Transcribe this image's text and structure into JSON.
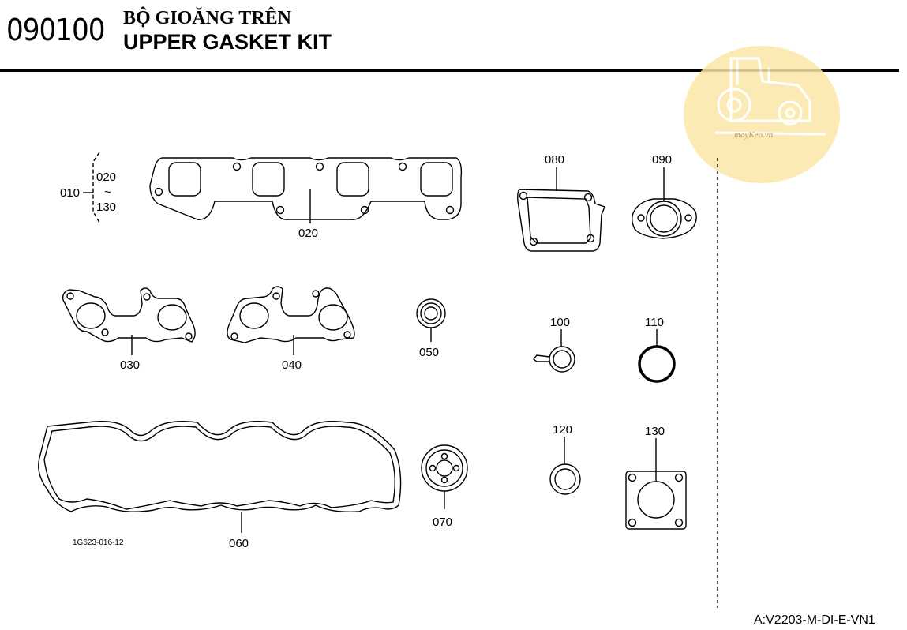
{
  "header": {
    "code": "090100",
    "title_vn": "BỘ GIOĂNG TRÊN",
    "title_en": "UPPER GASKET KIT"
  },
  "logo": {
    "text": "mayKeo.vn"
  },
  "diagram": {
    "range_label": {
      "set": "010",
      "from": "020",
      "tilde": "~",
      "to": "130"
    },
    "parts": [
      "020",
      "030",
      "040",
      "050",
      "060",
      "070",
      "080",
      "090",
      "100",
      "110",
      "120",
      "130"
    ],
    "figure_id": "1G623-016-12"
  },
  "footer": {
    "ref": "A:V2203-M-DI-E-VN1"
  }
}
